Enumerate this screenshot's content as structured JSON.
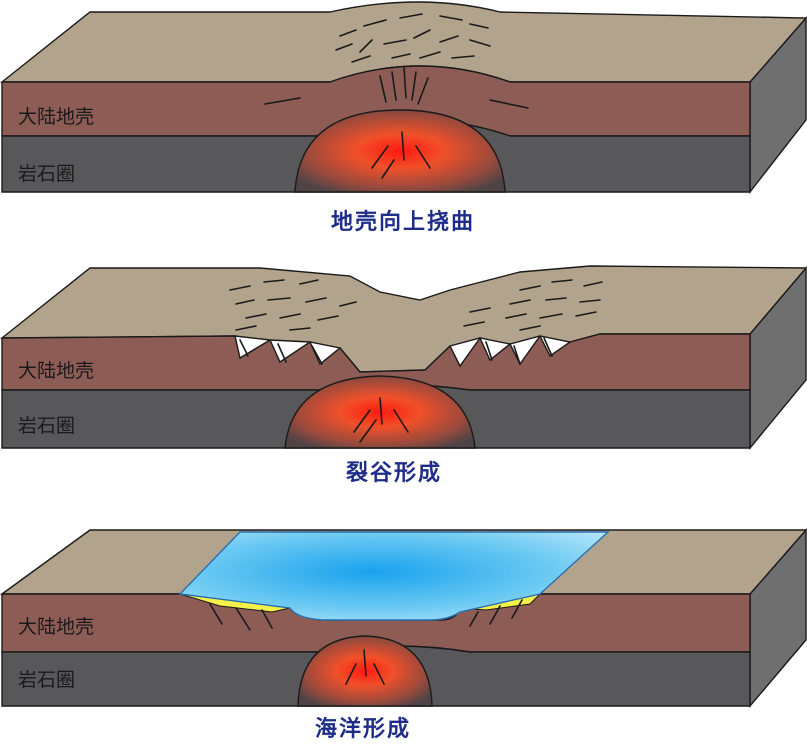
{
  "panels": [
    {
      "crust_label": "大陆地壳",
      "lithosphere_label": "岩石圈",
      "caption": "地壳向上挠曲"
    },
    {
      "crust_label": "大陆地壳",
      "lithosphere_label": "岩石圈",
      "caption": "裂谷形成"
    },
    {
      "crust_label": "大陆地壳",
      "lithosphere_label": "岩石圈",
      "caption": "海洋形成"
    }
  ],
  "colors": {
    "surface": "#b2a48c",
    "crust": "#8c5c55",
    "lithosphere": "#58585a",
    "magma_core": "#ff2a1a",
    "ocean": "#5cc4f0",
    "sediment": "#f4f24a"
  }
}
